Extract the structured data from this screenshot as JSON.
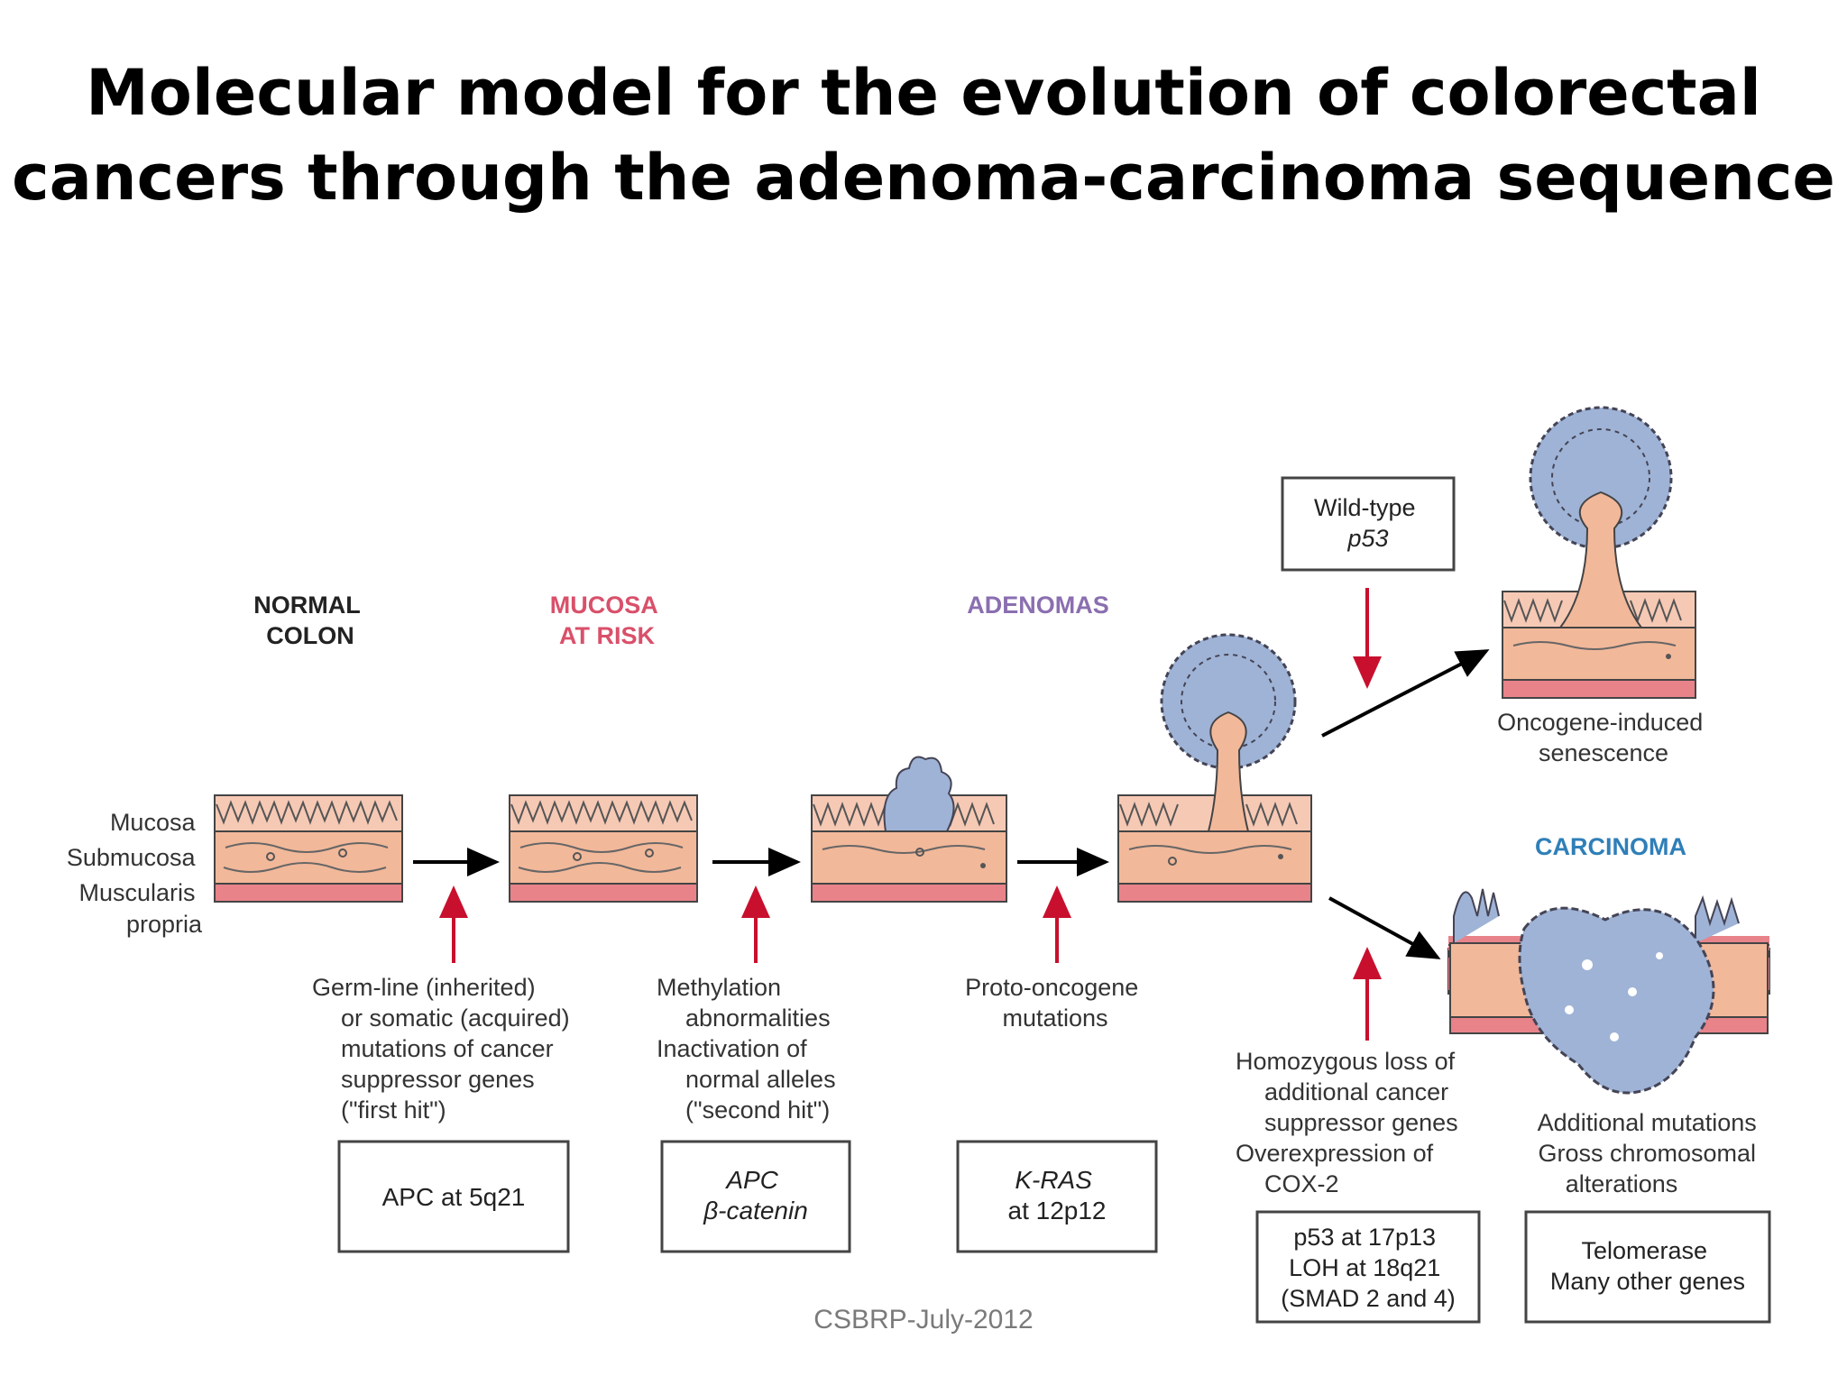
{
  "slide": {
    "title_line1": "Molecular model for the evolution of colorectal",
    "title_line2": "cancers through the adenoma-carcinoma sequence",
    "footer": "CSBRP-July-2012"
  },
  "stages": {
    "normal_colon": [
      "NORMAL",
      "COLON"
    ],
    "mucosa_at_risk": [
      "MUCOSA",
      "AT RISK"
    ],
    "adenomas": [
      "ADENOMAS"
    ],
    "carcinoma": [
      "CARCINOMA"
    ]
  },
  "layers": [
    "Mucosa",
    "Submucosa",
    "Muscularis",
    "propria"
  ],
  "descriptions": {
    "first_hit": [
      "Germ-line (inherited)",
      "or somatic (acquired)",
      "mutations of cancer",
      "suppressor genes",
      "(\"first hit\")"
    ],
    "second_hit": [
      "Methylation",
      "abnormalities",
      "Inactivation of",
      "normal alleles",
      "(\"second hit\")"
    ],
    "proto_oncogene": [
      "Proto-oncogene",
      "mutations"
    ],
    "loss": [
      "Homozygous loss of",
      "additional cancer",
      "suppressor genes",
      "Overexpression of",
      "COX-2"
    ],
    "additional": [
      "Additional mutations",
      "Gross chromosomal",
      "alterations"
    ],
    "senescence": [
      "Oncogene-induced",
      "senescence"
    ]
  },
  "gene_boxes": {
    "apc": [
      "APC at 5q21"
    ],
    "apc_catenin": [
      "APC",
      "β-catenin"
    ],
    "kras": [
      "K-RAS",
      "at 12p12"
    ],
    "p53": [
      "p53 at 17p13",
      "LOH at 18q21",
      "(SMAD 2 and 4)"
    ],
    "telomerase": [
      "Telomerase",
      "Many other genes"
    ],
    "wild_type": [
      "Wild-type",
      "p53"
    ]
  },
  "colors": {
    "red_arrow": "#c8102e",
    "mucosa_at_risk": "#d9506a",
    "adenomas": "#8a6fb0",
    "carcinoma": "#2f7fb8",
    "tissue": "#f2b89a",
    "muscle": "#e8838a",
    "tumor": "#9fb3d6"
  }
}
